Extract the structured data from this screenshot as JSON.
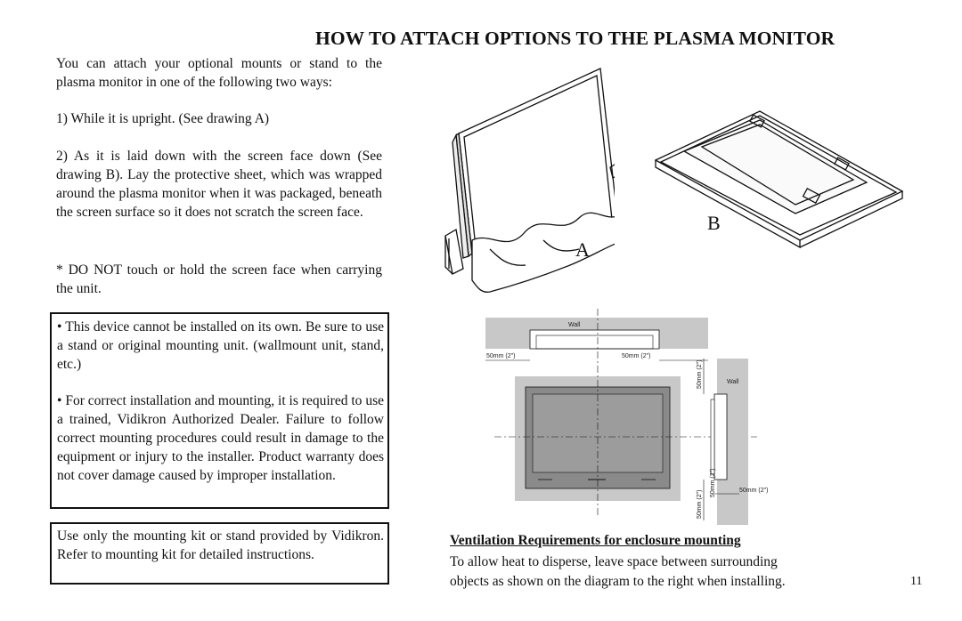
{
  "page": {
    "title": "HOW TO ATTACH OPTIONS TO THE PLASMA MONITOR",
    "page_number": "11"
  },
  "left_column": {
    "intro": "You can attach your optional mounts or stand to the plasma monitor in one of the following two ways:",
    "way_one": "1) While it is upright. (See drawing A)",
    "way_two": "2) As it is laid down with the screen face down (See drawing B). Lay the protective sheet, which was wrapped around the plasma monitor when it was packaged, beneath the screen surface so it does not scratch the screen face.",
    "warning": "* DO NOT touch or hold the screen face when carrying the unit."
  },
  "notice_box": {
    "item_one": "• This device cannot be installed on its own. Be sure to use a stand or original mounting unit. (wallmount unit, stand, etc.)",
    "item_two": "• For correct installation and mounting, it is required to use a trained, Vidikron Authorized Dealer. Failure to follow correct mounting procedures could result in damage to the equipment or injury to the installer. Product warranty does not cover damage caused by improper installation."
  },
  "kit_box": {
    "text": "Use only the mounting kit or stand provided by Vidikron. Refer to mounting kit for detailed instructions."
  },
  "drawings": {
    "label_a": "A",
    "label_b": "B"
  },
  "ventilation_diagram": {
    "wall_top": "Wall",
    "wall_side": "Wall",
    "clearance_top_left": "50mm (2\")",
    "clearance_top_right": "50mm (2\")",
    "clearance_side_top": "50mm (2\")",
    "clearance_bottom": "50mm (2\")",
    "clearance_bottom_vertical": "50mm (2\")",
    "clearance_side_bottom": "50mm (2\")"
  },
  "ventilation": {
    "heading": "Ventilation Requirements for enclosure mounting",
    "line1": "To allow heat to disperse, leave space between surrounding",
    "line2": "objects as shown on the diagram to the right when installing."
  }
}
